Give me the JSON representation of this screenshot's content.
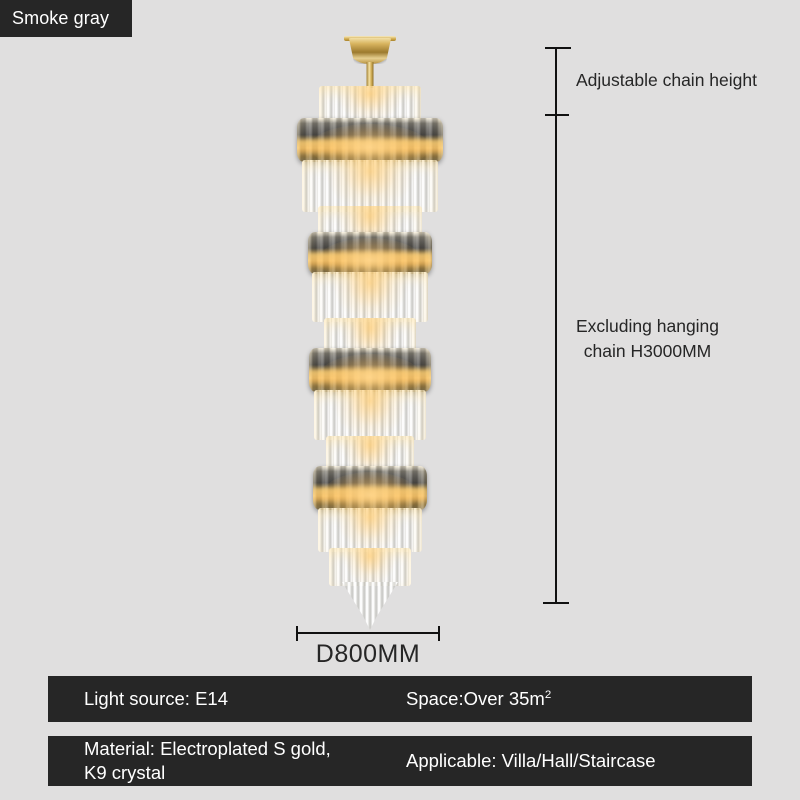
{
  "color_badge": {
    "label": "Smoke gray"
  },
  "product": {
    "name": "crystal-chandelier",
    "description": "Smoke gray K9 crystal multi-tier long staircase chandelier with electroplated gold frame",
    "tier_count": 4
  },
  "dimensions": {
    "vertical": {
      "upper_label": "Adjustable chain height",
      "lower_label": "Excluding hanging\nchain H3000MM"
    },
    "horizontal": {
      "label": "D800MM"
    }
  },
  "specs": {
    "row1": {
      "left": "Light source: E14",
      "right_prefix": "Space:Over 35m",
      "right_sup": "2"
    },
    "row2": {
      "left": "Material: Electroplated S gold,\nK9 crystal",
      "right": "Applicable: Villa/Hall/Staircase"
    }
  },
  "colors": {
    "background": "#e0dfdf",
    "bar_background": "#262626",
    "bar_text": "#ffffff",
    "annotation_text": "#262626",
    "dimension_line": "#111111"
  }
}
